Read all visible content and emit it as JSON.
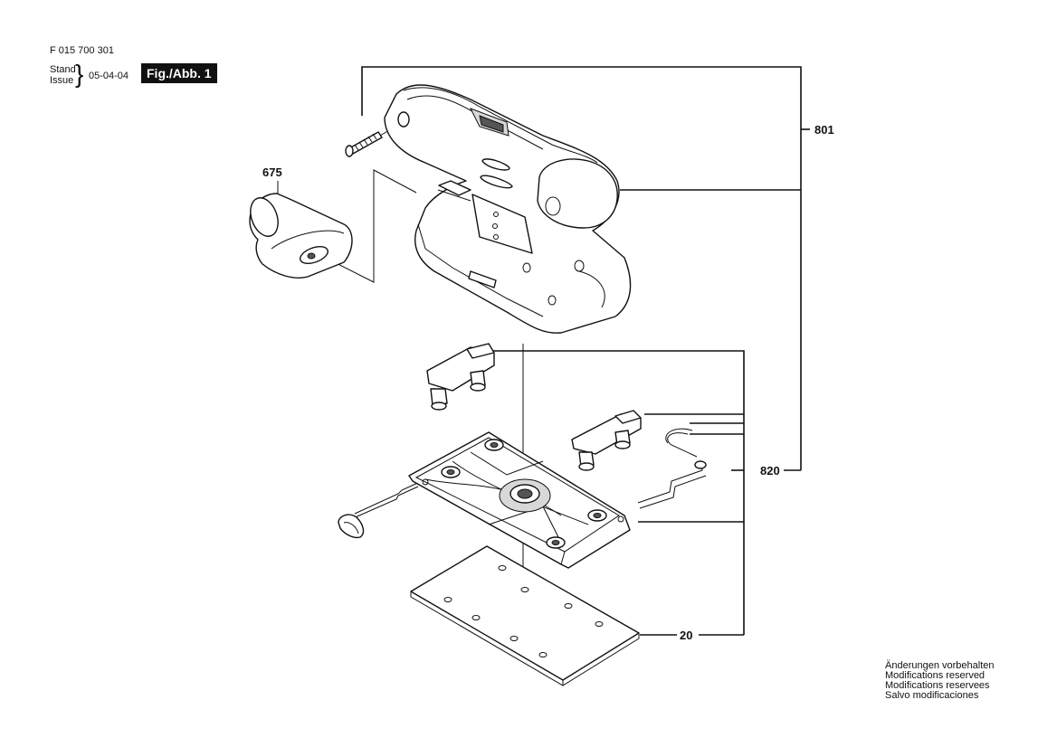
{
  "header": {
    "doc_number": "F 015 700 301",
    "stand_label": "Stand",
    "issue_label": "Issue",
    "date": "05-04-04",
    "figure_label": "Fig./Abb. 1"
  },
  "callouts": {
    "housing": "801",
    "dust_adapter": "675",
    "base_assembly": "820",
    "sanding_sheet": "20"
  },
  "notes": [
    "Änderungen vorbehalten",
    "Modifications reserved",
    "Modifications reservees",
    "Salvo modificaciones"
  ]
}
